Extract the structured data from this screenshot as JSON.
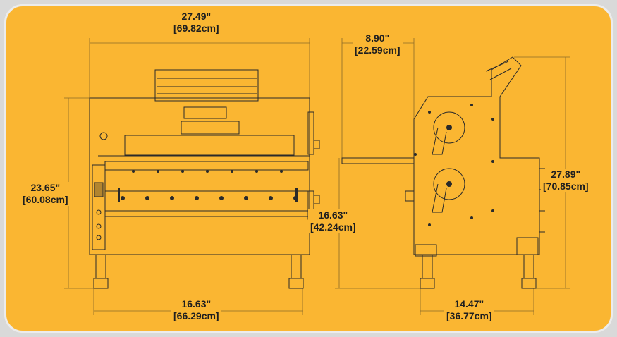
{
  "colors": {
    "background": "#fab632",
    "frame": "#ececec",
    "line": "#2a2a2a",
    "dimension_line": "#8a6a2a"
  },
  "dimensions": {
    "front_width": {
      "in": "27.49\"",
      "cm": "[69.82cm]"
    },
    "front_height": {
      "in": "23.65\"",
      "cm": "[60.08cm]"
    },
    "front_base": {
      "in": "16.63\"",
      "cm": "[66.29cm]"
    },
    "side_tray": {
      "in": "8.90\"",
      "cm": "[22.59cm]"
    },
    "side_mid_height": {
      "in": "16.63\"",
      "cm": "[42.24cm]"
    },
    "side_height": {
      "in": "27.89\"",
      "cm": "[70.85cm]"
    },
    "side_base": {
      "in": "14.47\"",
      "cm": "[36.77cm]"
    }
  }
}
